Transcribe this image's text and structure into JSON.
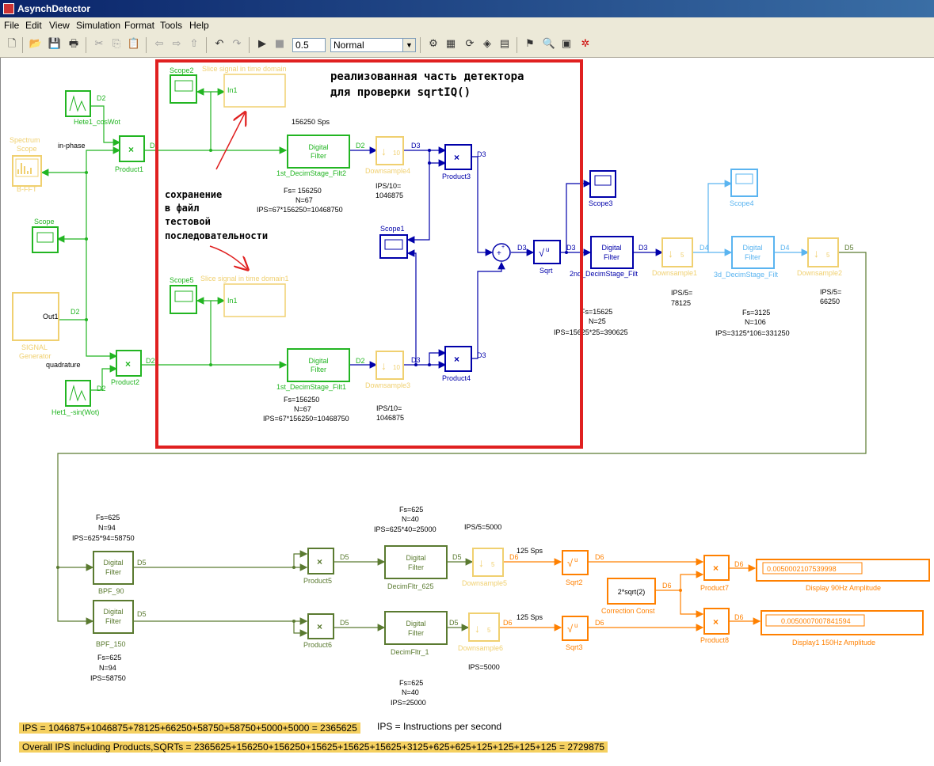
{
  "window": {
    "title": "AsynchDetector"
  },
  "menu": [
    "File",
    "Edit",
    "View",
    "Simulation",
    "Format",
    "Tools",
    "Help"
  ],
  "toolbar": {
    "stop_time": "0.5",
    "sim_mode": "Normal"
  },
  "annotations": {
    "title_line1": "реализованная часть детектора",
    "title_line2": "для проверки sqrtIQ()",
    "save_line1": "сохранение",
    "save_line2": "в файл",
    "save_line3": "тестовой",
    "save_line4": "последовательности"
  },
  "blocks": {
    "hete1_cos": "Hete1_cosWot",
    "het1_sin": "Het1_-sin(Wot)",
    "spectrum_scope_l1": "Spectrum",
    "spectrum_scope_l2": "Scope",
    "bfft": "B-FFT",
    "scope": "Scope",
    "signal_gen": "SIGNAL\nGenerator",
    "signal_gen_l1": "SIGNAL",
    "signal_gen_l2": "Generator",
    "out1": "Out1",
    "product1": "Product1",
    "product2": "Product2",
    "product3": "Product3",
    "product4": "Product4",
    "product5": "Product5",
    "product6": "Product6",
    "product7": "Product7",
    "product8": "Product8",
    "scope2": "Scope2",
    "scope5": "Scope5",
    "scope1": "Scope1",
    "scope3": "Scope3",
    "scope4": "Scope4",
    "slice1": "Slice signal in time domain",
    "slice2": "Slice signal in time domain1",
    "in1": "In1",
    "filt_label_1": "Digital",
    "filt_label_2": "Filter",
    "f1": "1st_DecimStage_Filt2",
    "f2": "1st_DecimStage_Filt1",
    "f3": "2nd_DecimStage_Filt",
    "f4": "3d_DecimStage_Filt",
    "ds4": "Downsample4",
    "ds3": "Downsample3",
    "ds1": "Downsample1",
    "ds2": "Downsample2",
    "ds5": "Downsample5",
    "ds6": "Downsample6",
    "ds_10": "10",
    "ds_5": "5",
    "sqrt": "Sqrt",
    "sqrt2": "Sqrt2",
    "sqrt3": "Sqrt3",
    "bpf90": "BPF_90",
    "bpf150": "BPF_150",
    "decim625": "DecimFltr_625",
    "decim1": "DecimFltr_1",
    "corr": "2*sqrt(2)",
    "corr_name": "Correction Const",
    "disp90": "Display 90Hz Amplitude",
    "disp150": "Display1 150Hz Amplitude",
    "disp90_val": "0.0050002107539998",
    "disp150_val": "0.0050007007841594",
    "in_phase": "in-phase",
    "quadrature": "quadrature",
    "sps156": "156250 Sps",
    "sps125a": "125 Sps",
    "sps125b": "125 Sps"
  },
  "signals": {
    "d2": "D2",
    "d3": "D3",
    "d4": "D4",
    "d5": "D5",
    "d6": "D6"
  },
  "notes": {
    "f1_fs": "Fs= 156250",
    "f1_n": "N=67",
    "f1_ips": "IPS=67*156250=10468750",
    "f2_fs": "Fs=156250",
    "f2_n": "N=67",
    "f2_ips": "IPS=67*156250=10468750",
    "ds4_ips1": "IPS/10=",
    "ds4_ips2": "1046875",
    "ds3_ips1": "IPS/10=",
    "ds3_ips2": "1046875",
    "f3_fs": "Fs=15625",
    "f3_n": "N=25",
    "f3_ips": "IPS=15625*25=390625",
    "ds1_ips1": "IPS/5=",
    "ds1_ips2": "78125",
    "f4_fs": "Fs=3125",
    "f4_n": "N=106",
    "f4_ips": "IPS=3125*106=331250",
    "ds2_ips1": "IPS/5=",
    "ds2_ips2": "66250",
    "bpf90_fs": "Fs=625",
    "bpf90_n": "N=94",
    "bpf90_ips": "IPS=625*94=58750",
    "bpf150_fs": "Fs=625",
    "bpf150_n": "N=94",
    "bpf150_ips": "IPS=58750",
    "d625_fs": "Fs=625",
    "d625_n": "N=40",
    "d625_ips": "IPS=625*40=25000",
    "ds5_ips": "IPS/5=5000",
    "d1_fs": "Fs=625",
    "d1_n": "N=40",
    "d1_ips": "IPS=25000",
    "ds6_ips": "IPS=5000",
    "ips_total": "IPS = 1046875+1046875+78125+66250+58750+58750+5000+5000 = 2365625",
    "ips_def": "IPS = Instructions per second",
    "overall": "Overall IPS including Products,SQRTs = 2365625+156250+156250+15625+15625+15625+3125+625+625+125+125+125+125 = 2729875"
  }
}
